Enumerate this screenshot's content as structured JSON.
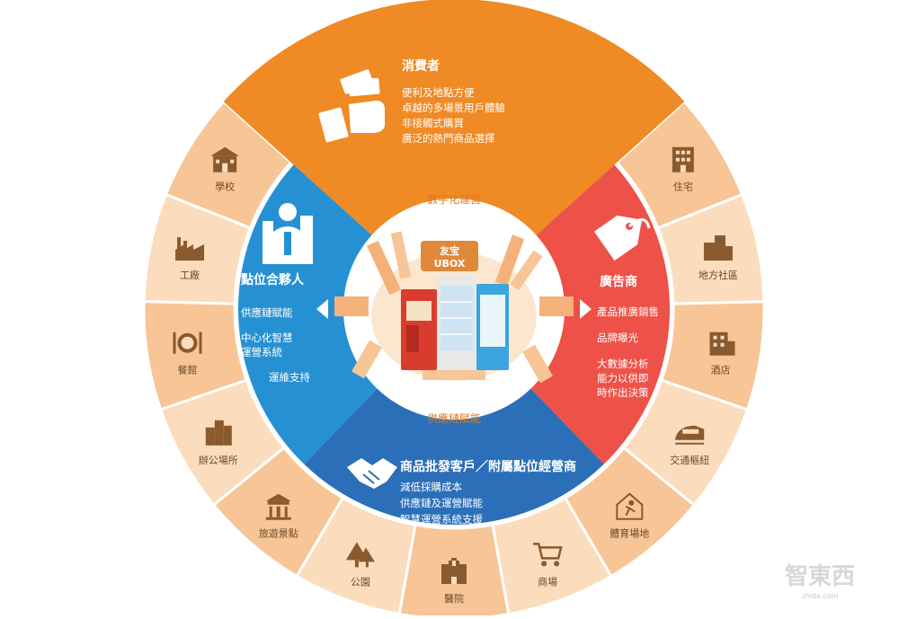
{
  "colors": {
    "ring_a": "#f7c596",
    "ring_b": "#fbdcbc",
    "orange": "#ef8a24",
    "red": "#ee5148",
    "blue_dark": "#2b6fb8",
    "blue_light": "#2691d2",
    "hub": "#ffffff",
    "hub_text": "#e07a1e",
    "icon": "#8a5a2e"
  },
  "center": {
    "top_label": "數字化運營",
    "bottom_label": "供應鏈賦能",
    "brand_cn": "友宝",
    "brand_en": "UBOX"
  },
  "segments": {
    "consumer": {
      "title": "消費者",
      "lines": [
        "便利及地點方便",
        "卓越的多場景用戶體驗",
        "非接觸式購買",
        "廣泛的熱門商品選擇"
      ]
    },
    "advertiser": {
      "title": "廣告商",
      "lines": [
        "產品推廣銷售",
        "品牌曝光",
        "大數據分析",
        "能力以供即",
        "時作出決策"
      ]
    },
    "partner": {
      "title": "點位合夥人",
      "lines": [
        "供應鏈賦能",
        "中心化智慧",
        "運營系統",
        "運維支持"
      ]
    },
    "merchant": {
      "title": "商品批發客戶／附屬點位經營商",
      "lines": [
        "減低採購成本",
        "供應鏈及運營賦能",
        "智慧運營系統支援"
      ]
    }
  },
  "ring": [
    {
      "label": "學校",
      "icon": "school-icon"
    },
    {
      "label": "工廠",
      "icon": "factory-icon"
    },
    {
      "label": "餐館",
      "icon": "restaurant-icon"
    },
    {
      "label": "辦公場所",
      "icon": "office-icon"
    },
    {
      "label": "旅遊景點",
      "icon": "landmark-icon"
    },
    {
      "label": "公園",
      "icon": "park-icon"
    },
    {
      "label": "醫院",
      "icon": "hospital-icon"
    },
    {
      "label": "商場",
      "icon": "shopping-cart-icon"
    },
    {
      "label": "體育場地",
      "icon": "sports-venue-icon"
    },
    {
      "label": "交通樞紐",
      "icon": "train-icon"
    },
    {
      "label": "酒店",
      "icon": "hotel-icon"
    },
    {
      "label": "地方社區",
      "icon": "community-icon"
    },
    {
      "label": "住宅",
      "icon": "residential-icon"
    }
  ],
  "watermark": {
    "text": "智東西",
    "sub": "zhidx.com"
  }
}
